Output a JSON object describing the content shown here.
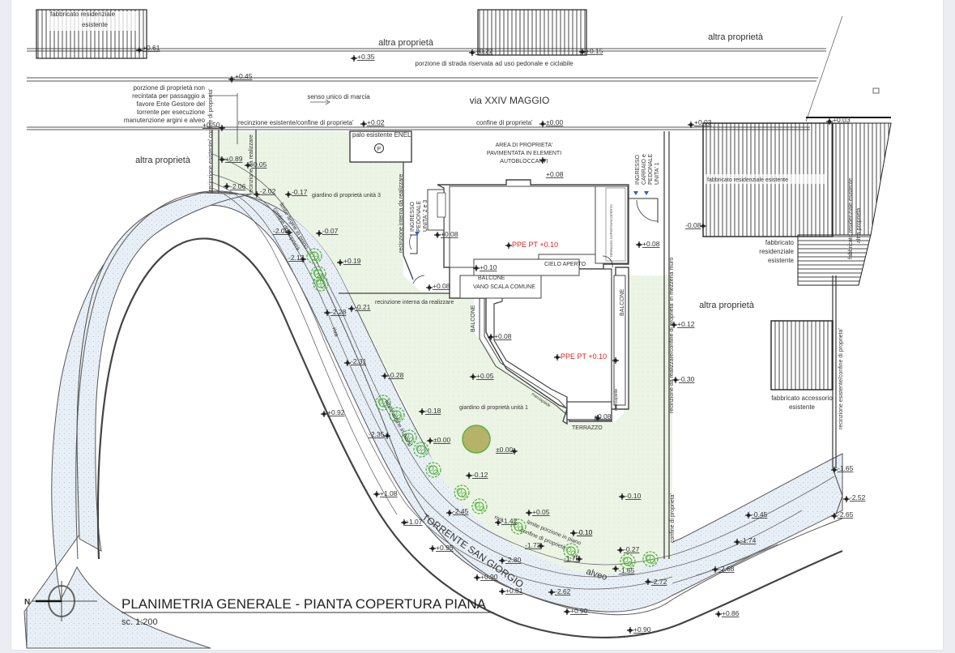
{
  "drawing": {
    "title": "PLANIMETRIA GENERALE - PIANTA COPERTURA PIANA",
    "scale": "sc. 1:200",
    "north_symbol_letter": "N",
    "colors": {
      "garden_fill": "#eaf3e3",
      "river_fill": "#e6eef5",
      "tree_green": "#4caf30",
      "tree_round_fill": "#b5b26a",
      "level_red": "#e02020",
      "line": "#444444"
    }
  },
  "labels": {
    "existing_res_building_top_left": [
      "fabbricato residenziale",
      "esistente"
    ],
    "other_property_top_mid": "altra proprietà",
    "other_property_top_right": "altra proprietà",
    "pedestrian_road_portion": "porzione di strada riservata ad uso pedonale e ciclabile",
    "one_way": "senso unico di marcia",
    "street_name": "via XXIV MAGGIO",
    "unfenced_portion": [
      "porzione di proprietà non",
      "recintata per passaggio a",
      "favore Ente Gestore del",
      "torrente per esecuzione",
      "manutenzione argini e alveo"
    ],
    "existing_fence_boundary": "recinzione esistente/confine di proprieta'",
    "property_boundary": "confine di proprieta'",
    "enel_pole": "palo esistente ENEL",
    "parking_symbol": "P",
    "other_property_left": "altra proprietà",
    "existing_fence_vertical": "recinzione esistente/ confine di proprieta'",
    "internal_fence_to_build_vertical": "recinzione interna da realizzare",
    "internal_fence_to_build_diag": "recinzione da realizzare",
    "paved_area": [
      "AREA DI PROPRIETA'",
      "PAVIMENTATA IN ELEMENTI",
      "AUTOBLOCCANTI"
    ],
    "pedestrian_entrance_23": [
      "INGRESSO",
      "PEDONALE",
      "UNITA' 2 e 3"
    ],
    "car_pedestrian_entrance_1": [
      "INGRESSO",
      "CARRAIO e",
      "PEDONALE",
      "UNITA' 1"
    ],
    "garden_unit_3": "giardino di proprietà unità 3",
    "garden_unit_1": "giardino di proprietà unità 1",
    "internal_fence_horizontal": "recinzione interna da realizzare",
    "open_sky": "CIELO APERTO",
    "balcony": "BALCONE",
    "common_stair": "VANO SCALA COMUNE",
    "balcone_left": "BALCONE",
    "balcone_right": "BALCONE",
    "terrace": "TERRAZZO",
    "marciapiede_1": "marciapiede",
    "marciapiede_2": "marciapiede",
    "covered_terrace": "TERRAZZO COPERTO/SCOPERTO",
    "level_ppe_1": "PPE PT +0.10",
    "level_ppe_2": "PPE PT +0.10",
    "fence_party_wall": "recinzione da realizzare/confine di proprieta' in mezzeria muro",
    "existing_res_building_right": "fabbricato residenziale esistente",
    "existing_res_building_right_vert": [
      "fabbricato residenziale esistente",
      "altra proprietà"
    ],
    "existing_res_building_mid": [
      "fabbricato",
      "residenziale",
      "esistente"
    ],
    "other_property_right": "altra proprietà",
    "accessory_building": [
      "fabbricato accessorio",
      "esistente"
    ],
    "existing_fence_right_vert": "recinzione esistente/confine di proprieta'",
    "boundary_vertical_lower": "confine di proprieta'",
    "bank_top": "limite argine in piano",
    "bank_boundary": "confine di proprietà",
    "riva": "riva",
    "riva_2": "riva",
    "river_name": "TORRENTE SAN GIORGIO",
    "alveo": "alveo",
    "bank_portion": "limite porzione in piano",
    "bank_portion_b": "confine di proprietà"
  },
  "spot_levels": {
    "top": [
      "+0.61",
      "+0.35",
      "+0.22",
      "+0.15",
      "+0.45"
    ],
    "boundary": [
      "+0.50",
      "+0.02",
      "±0.00",
      "+0.03",
      "+0.03"
    ],
    "left_bank": [
      "+0.89",
      "-0.05",
      "-2.06",
      "-2.02",
      "-0.17",
      "-2.08",
      "-0.07",
      "-2.17",
      "+0.19",
      "-0.21",
      "-2.28",
      "-2.31",
      "-0.28"
    ],
    "building": [
      "+0.08",
      "+0.08",
      "+0.08",
      "+0.10",
      "+0.08",
      "+0.08",
      "+0.08",
      "-0.08"
    ],
    "garden": [
      "+0.05",
      "-0.18",
      "±0.00",
      "±0.00",
      "-0.12",
      "-0.10",
      "+0.12",
      "-0.30",
      "-0.10"
    ],
    "lower_bank": [
      "+0.92",
      "-2.35",
      "+1.08",
      "+1.07",
      "-2.45",
      "-1.42",
      "+0.05",
      "-0.10",
      "-1.73",
      "-2.80",
      "+0.95",
      "-1.75",
      "-0.27",
      "-1.65",
      "+0.90",
      "+0.81",
      "-2.62",
      "-2.72",
      "+0.90",
      "+0.90",
      "+0.86"
    ],
    "right_bank": [
      "-1.65",
      "-2.52",
      "-2.65",
      "-0.45",
      "-1.74",
      "-2.68"
    ]
  }
}
